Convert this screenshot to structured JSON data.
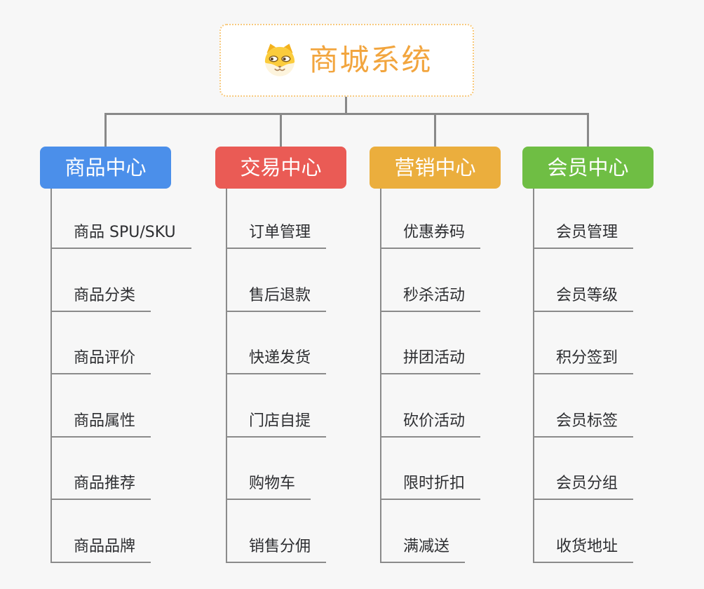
{
  "app": {
    "type": "mindmap",
    "background": "#f7f7f7"
  },
  "theme": {
    "connector_color": "#898989",
    "leaf_line_color": "#8b8b8b",
    "leaf_text_color": "#2d2e31",
    "root_border_color": "#f7c97d",
    "root_text_color": "#f2a53e"
  },
  "root": {
    "title": "商城系统",
    "icon": "dog-face-icon"
  },
  "branches": [
    {
      "label": "商品中心",
      "color": "#4b8fea",
      "items": [
        "商品 SPU/SKU",
        "商品分类",
        "商品评价",
        "商品属性",
        "商品推荐",
        "商品品牌"
      ]
    },
    {
      "label": "交易中心",
      "color": "#ea5b55",
      "items": [
        "订单管理",
        "售后退款",
        "快递发货",
        "门店自提",
        "购物车",
        "销售分佣"
      ]
    },
    {
      "label": "营销中心",
      "color": "#ebae3d",
      "items": [
        "优惠券码",
        "秒杀活动",
        "拼团活动",
        "砍价活动",
        "限时折扣",
        "满减送"
      ]
    },
    {
      "label": "会员中心",
      "color": "#6fbe44",
      "items": [
        "会员管理",
        "会员等级",
        "积分签到",
        "会员标签",
        "会员分组",
        "收货地址"
      ]
    }
  ]
}
